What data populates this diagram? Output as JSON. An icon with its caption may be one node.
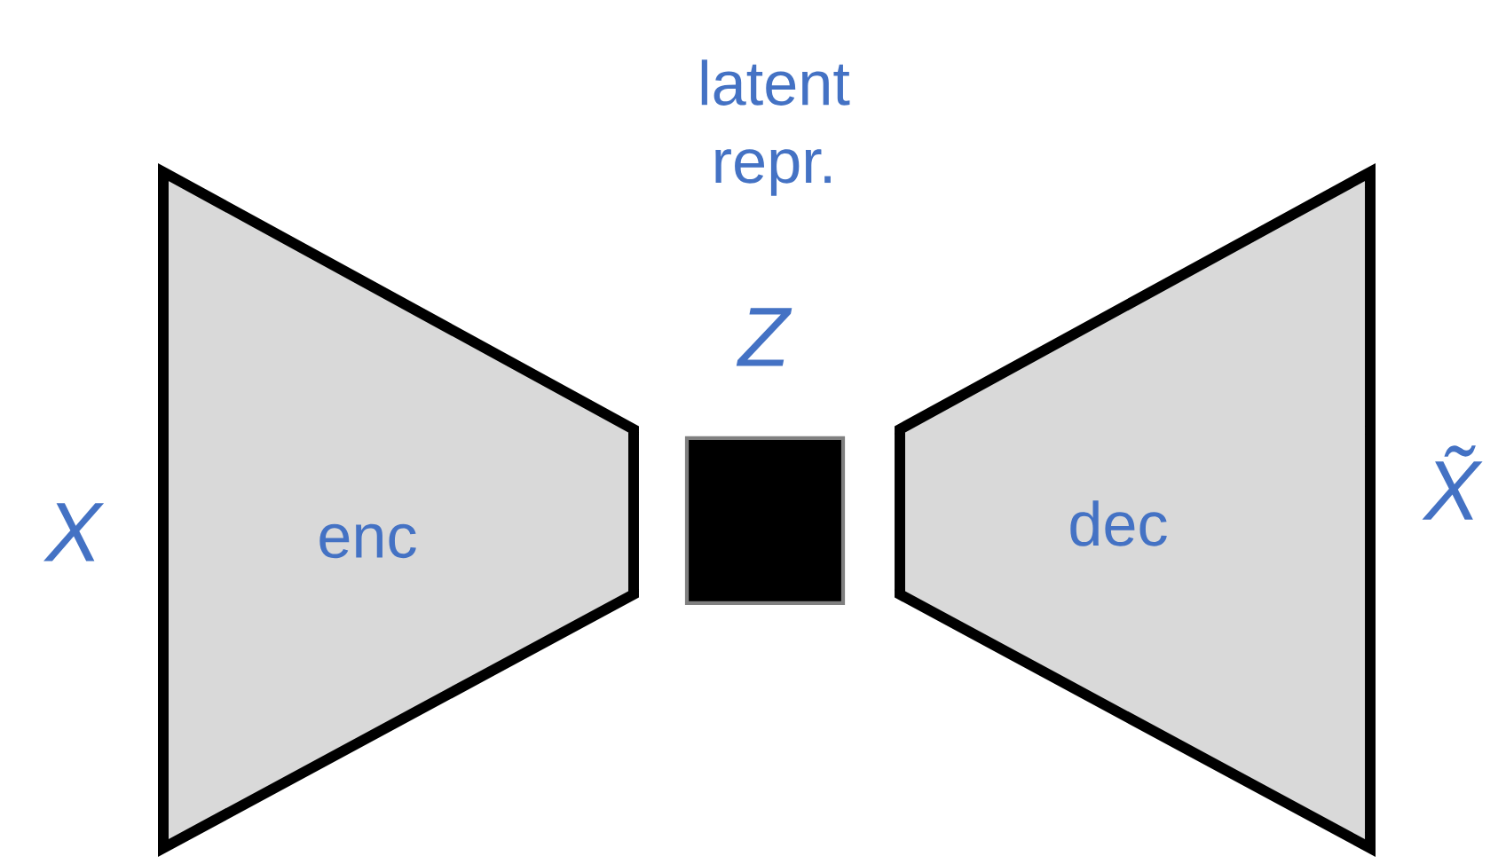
{
  "diagram": {
    "nodes": [
      {
        "text": [
          "enc"
        ],
        "beside": [
          "*X*"
        ]
      },
      {
        "text": [],
        "shape": "box",
        "beside": [
          "*Z*"
        ]
      },
      {
        "text": [
          "dec"
        ],
        "beside": [
          "*X̃*"
        ]
      }
    ],
    "labels": [
      "latent repr."
    ]
  }
}
